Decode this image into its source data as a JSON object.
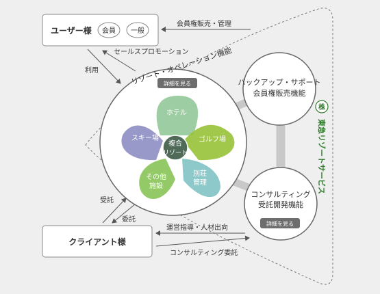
{
  "user": {
    "title": "ユーザー様",
    "badge_member": "会員",
    "badge_general": "一般"
  },
  "client": {
    "title": "クライアント様"
  },
  "center": {
    "title": "リゾート・オペレーション機能",
    "detail_button": "詳細を見る",
    "core_line1": "複合",
    "core_line2": "リゾート",
    "petals": {
      "hotel": "ホテル",
      "golf": "ゴルフ場",
      "ski": "スキー場",
      "villa_line1": "別荘",
      "villa_line2": "管理",
      "other_line1": "その他",
      "other_line2": "施設"
    }
  },
  "backup": {
    "line1": "バックアップ・サポート",
    "line2": "会員権販売機能"
  },
  "consulting": {
    "line1": "コンサルティング",
    "line2": "受託開発機能",
    "detail_button": "詳細を見る"
  },
  "company": {
    "mark": "株",
    "name": "東急リゾートサービス"
  },
  "arrows": {
    "member_sales": "会員権販売・管理",
    "sales_promotion": "セールスプロモーション",
    "use": "利用",
    "commission_up": "受託",
    "commission_down": "委託",
    "operation_guidance": "運営指導・人材出向",
    "consulting_commission": "コンサルティング委託"
  },
  "colors": {
    "hotel": "#95c99a",
    "golf": "#99c23c",
    "ski": "#8f8fc4",
    "villa": "#83c4c5",
    "other": "#8bc45a",
    "core": "#4f6b58",
    "company": "#2f7a2a"
  }
}
